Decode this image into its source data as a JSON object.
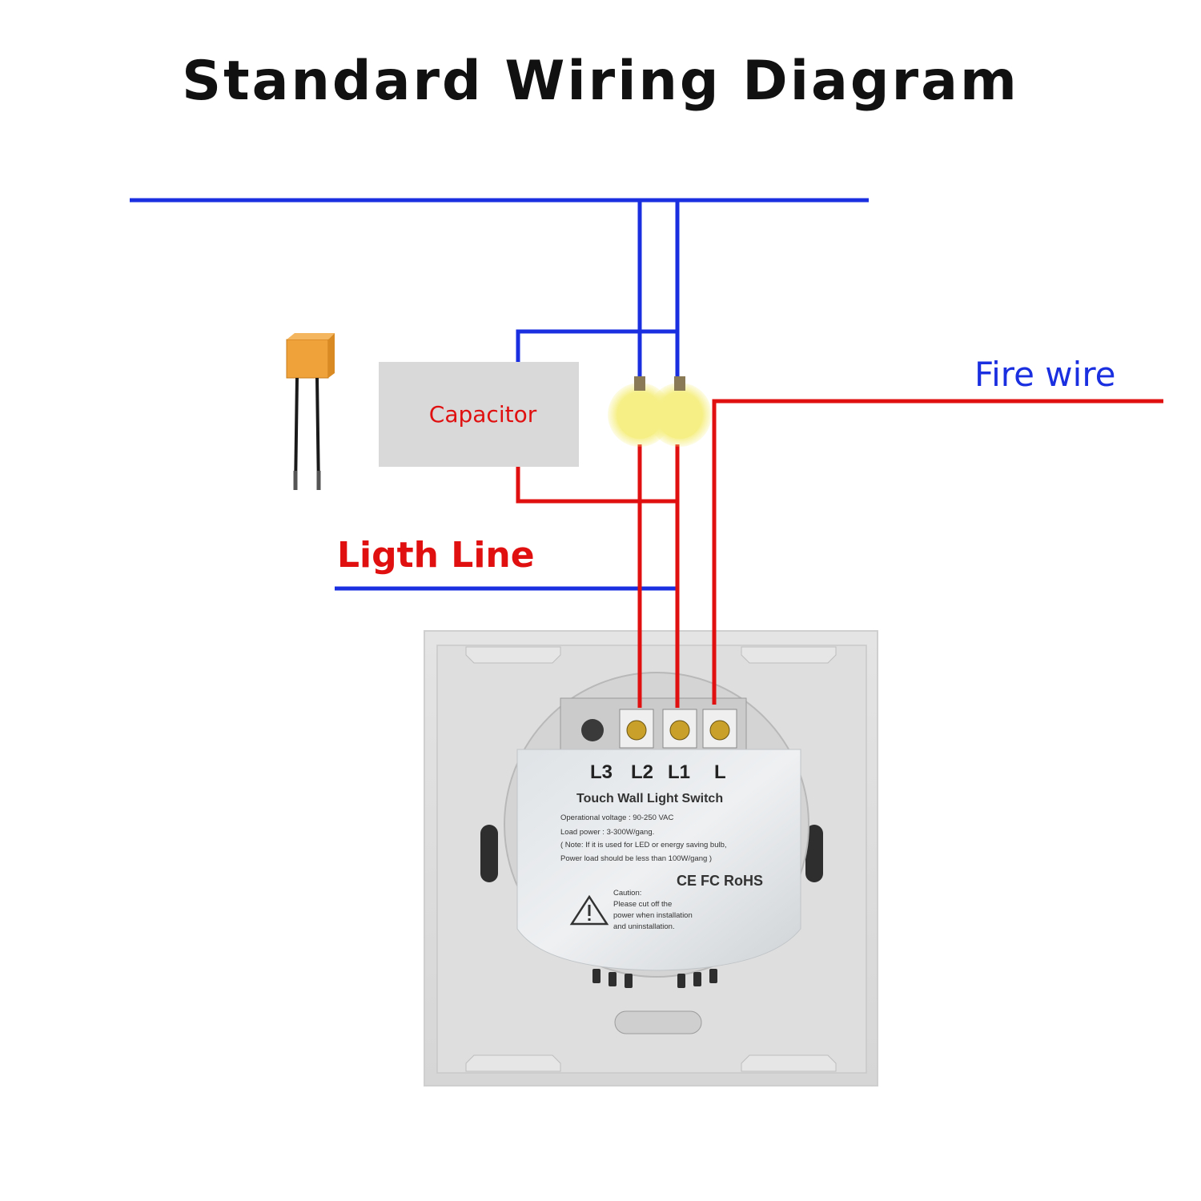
{
  "title": "Standard Wiring Diagram",
  "labels": {
    "fire_wire": "Fire wire",
    "light_line": "Ligth Line",
    "capacitor": "Capacitor"
  },
  "switch": {
    "terminals": [
      "L3",
      "L2",
      "L1",
      "L"
    ],
    "product_name": "Touch Wall Light Switch",
    "spec_lines": [
      "Operational voltage : 90-250 VAC",
      "Load power : 3-300W/gang.",
      "( Note: If it is used for LED or energy saving bulb,",
      "Power load should be less than 100W/gang )"
    ],
    "certifications": "CE FC RoHS",
    "caution_lines": [
      "Caution:",
      "Please cut  off the",
      "power when installation",
      "and uninstallation."
    ]
  },
  "colors": {
    "neutral_wire": "#1a30e0",
    "live_wire": "#e01010",
    "capacitor_box": "#d9d9d9",
    "bulb": "#f6ef86",
    "capacitor_part": "#f0a23a"
  },
  "icons": [
    "capacitor-component-icon",
    "light-bulb-icon",
    "warning-triangle-icon"
  ]
}
